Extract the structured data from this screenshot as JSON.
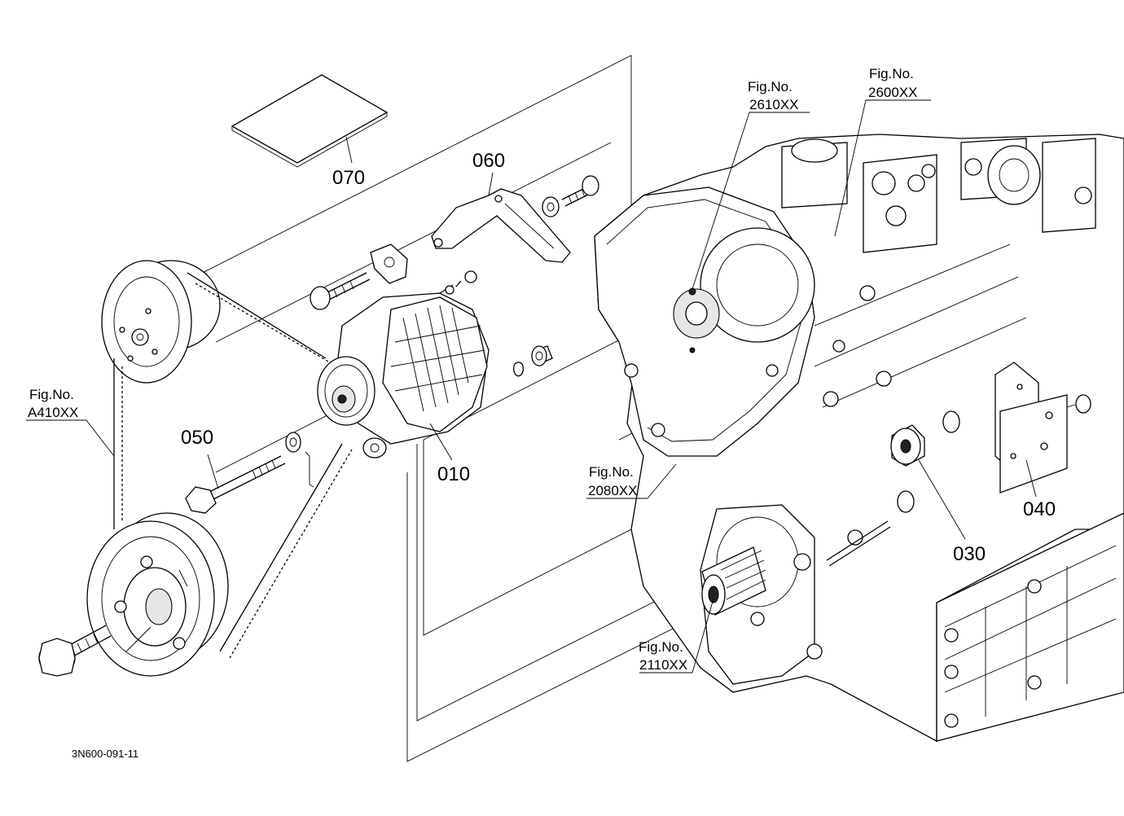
{
  "document_code": "3N600-091-11",
  "parts": [
    {
      "id": "p010",
      "number": "010",
      "name": "alternator"
    },
    {
      "id": "p030",
      "number": "030",
      "name": "idler-pulley"
    },
    {
      "id": "p040",
      "number": "040",
      "name": "bracket-plate"
    },
    {
      "id": "p050",
      "number": "050",
      "name": "bolt"
    },
    {
      "id": "p060",
      "number": "060",
      "name": "adjusting-stay"
    },
    {
      "id": "p070",
      "number": "070",
      "name": "manual-sheet"
    }
  ],
  "figure_refs": [
    {
      "id": "r2610",
      "label": "Fig.No.",
      "code": "2610XX"
    },
    {
      "id": "r2600",
      "label": "Fig.No.",
      "code": "2600XX"
    },
    {
      "id": "rA410",
      "label": "Fig.No.",
      "code": "A410XX"
    },
    {
      "id": "r2080",
      "label": "Fig.No.",
      "code": "2080XX"
    },
    {
      "id": "r2110",
      "label": "Fig.No.",
      "code": "2110XX"
    }
  ]
}
